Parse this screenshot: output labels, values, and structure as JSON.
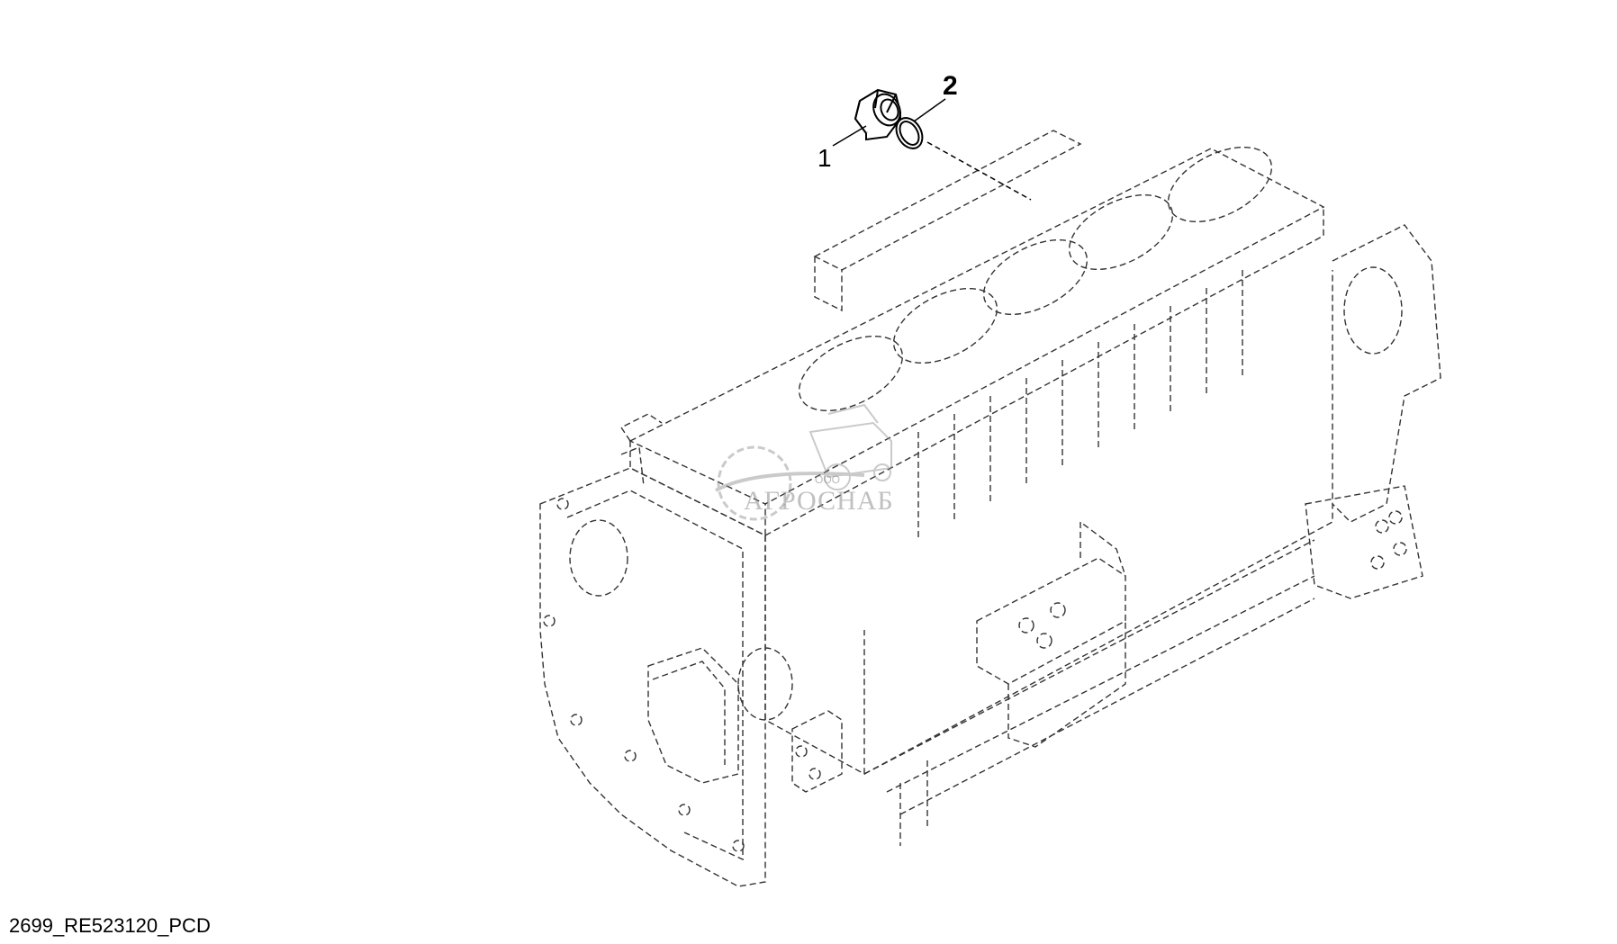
{
  "drawing_code": "2699_RE523120_PCD",
  "callouts": [
    {
      "label": "1",
      "part": "plug"
    },
    {
      "label": "2",
      "part": "o-ring"
    }
  ],
  "watermark": {
    "brand": "АГРОСНАБ",
    "prefix": "ООО"
  },
  "colors": {
    "line": "#000000",
    "dashed_outline": "#333333",
    "watermark": "#8c8c8c",
    "background": "#ffffff"
  }
}
